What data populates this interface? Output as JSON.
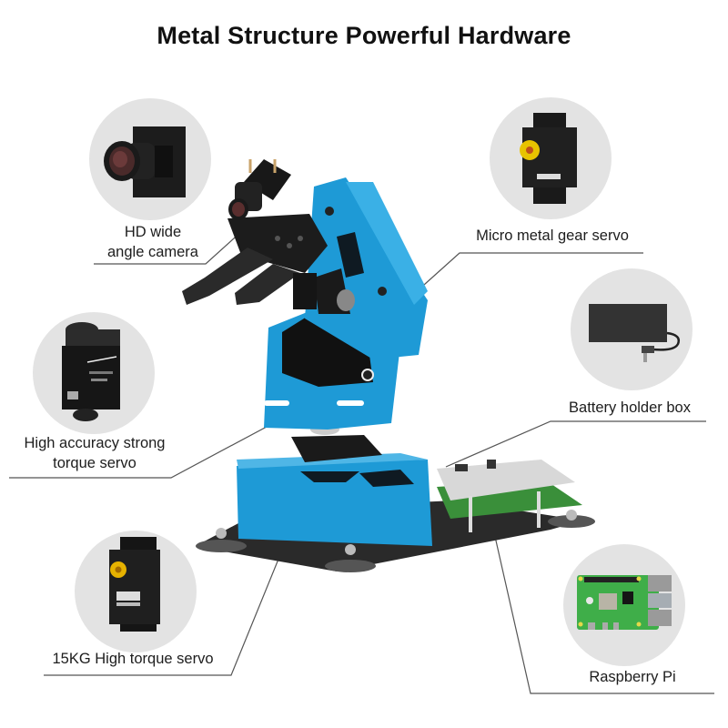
{
  "page": {
    "title": "Metal Structure Powerful Hardware"
  },
  "components": [
    {
      "id": "camera",
      "label_line1": "HD wide",
      "label_line2": "angle camera",
      "icon": "camera-icon"
    },
    {
      "id": "micro-servo",
      "label_line1": "Micro metal gear servo",
      "icon": "micro-servo-icon"
    },
    {
      "id": "accuracy-servo",
      "label_line1": "High accuracy strong",
      "label_line2": "torque servo",
      "icon": "bus-servo-icon"
    },
    {
      "id": "battery",
      "label_line1": "Battery holder box",
      "icon": "battery-box-icon"
    },
    {
      "id": "torque-servo",
      "label_line1": "15KG High torque servo",
      "icon": "servo-icon"
    },
    {
      "id": "raspberry-pi",
      "label_line1": "Raspberry Pi",
      "icon": "raspberry-pi-board-icon"
    }
  ],
  "product": {
    "name": "robotic-arm",
    "body_color": "#1e9ad6",
    "circle_color": "#e3e3e3",
    "line_color": "#555555"
  }
}
